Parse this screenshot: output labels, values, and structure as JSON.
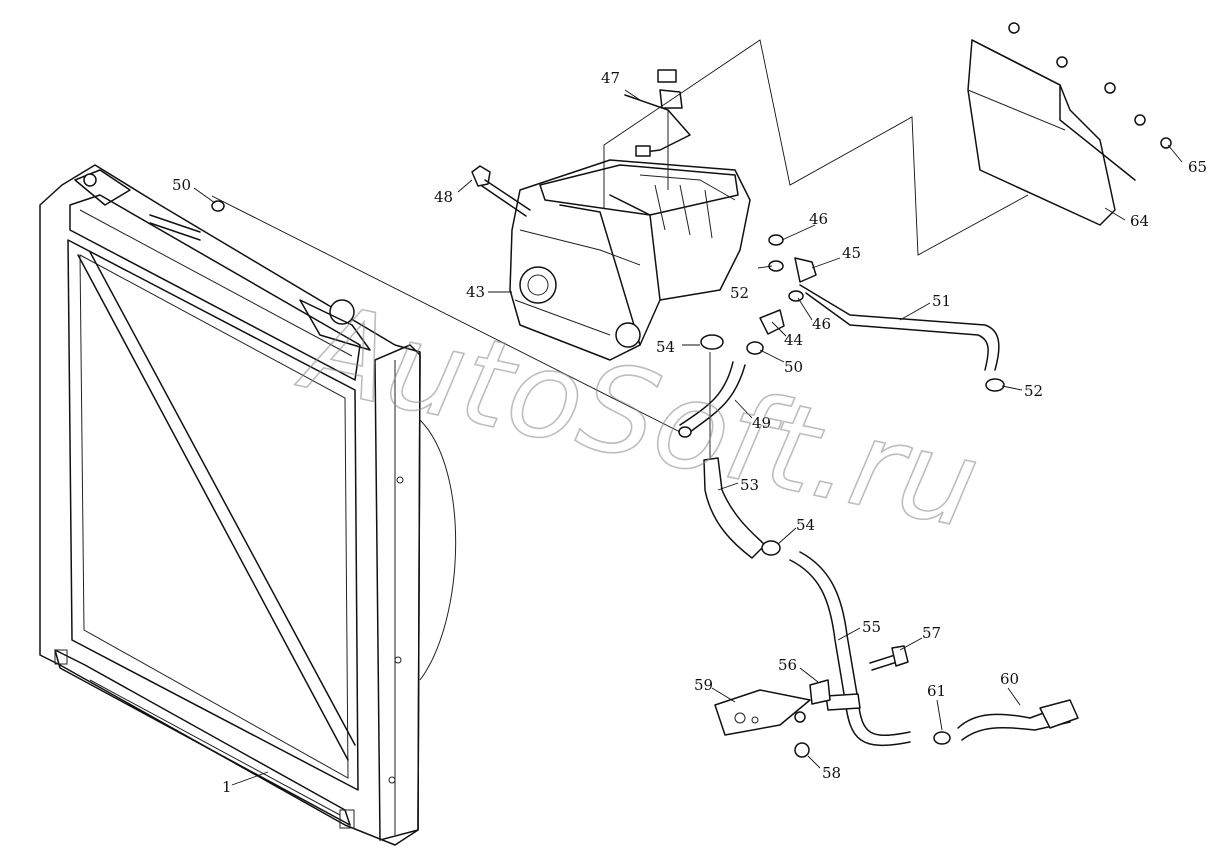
{
  "watermark": "AutoSoft.ru",
  "callouts": [
    {
      "id": "1",
      "label": "1"
    },
    {
      "id": "43",
      "label": "43"
    },
    {
      "id": "44",
      "label": "44"
    },
    {
      "id": "45",
      "label": "45"
    },
    {
      "id": "46a",
      "label": "46"
    },
    {
      "id": "46b",
      "label": "46"
    },
    {
      "id": "47",
      "label": "47"
    },
    {
      "id": "48",
      "label": "48"
    },
    {
      "id": "49",
      "label": "49"
    },
    {
      "id": "50a",
      "label": "50"
    },
    {
      "id": "50b",
      "label": "50"
    },
    {
      "id": "51",
      "label": "51"
    },
    {
      "id": "52a",
      "label": "52"
    },
    {
      "id": "52b",
      "label": "52"
    },
    {
      "id": "53",
      "label": "53"
    },
    {
      "id": "54a",
      "label": "54"
    },
    {
      "id": "54b",
      "label": "54"
    },
    {
      "id": "55",
      "label": "55"
    },
    {
      "id": "56",
      "label": "56"
    },
    {
      "id": "57",
      "label": "57"
    },
    {
      "id": "58",
      "label": "58"
    },
    {
      "id": "59",
      "label": "59"
    },
    {
      "id": "60",
      "label": "60"
    },
    {
      "id": "61",
      "label": "61"
    },
    {
      "id": "64",
      "label": "64"
    },
    {
      "id": "65",
      "label": "65"
    }
  ]
}
